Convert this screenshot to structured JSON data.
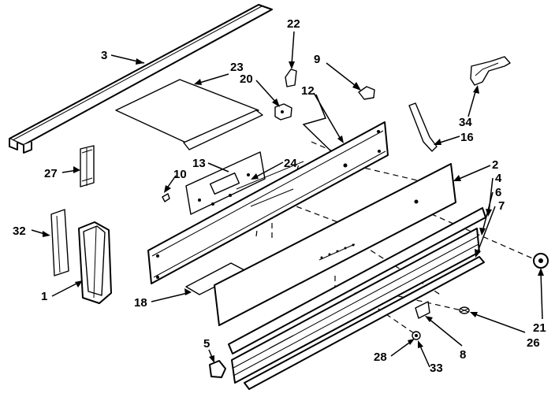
{
  "diagram": {
    "callouts": [
      {
        "id": "c3",
        "label": "3"
      },
      {
        "id": "c22",
        "label": "22"
      },
      {
        "id": "c9",
        "label": "9"
      },
      {
        "id": "c23",
        "label": "23"
      },
      {
        "id": "c20",
        "label": "20"
      },
      {
        "id": "c12",
        "label": "12"
      },
      {
        "id": "c34",
        "label": "34"
      },
      {
        "id": "c16",
        "label": "16"
      },
      {
        "id": "c27",
        "label": "27"
      },
      {
        "id": "c13",
        "label": "13"
      },
      {
        "id": "c24",
        "label": "24"
      },
      {
        "id": "c10",
        "label": "10"
      },
      {
        "id": "c2",
        "label": "2"
      },
      {
        "id": "c4",
        "label": "4"
      },
      {
        "id": "c6",
        "label": "6"
      },
      {
        "id": "c7",
        "label": "7"
      },
      {
        "id": "c32",
        "label": "32"
      },
      {
        "id": "c1",
        "label": "1"
      },
      {
        "id": "c18",
        "label": "18"
      },
      {
        "id": "c21",
        "label": "21"
      },
      {
        "id": "c26",
        "label": "26"
      },
      {
        "id": "c8",
        "label": "8"
      },
      {
        "id": "c5",
        "label": "5"
      },
      {
        "id": "c28",
        "label": "28"
      },
      {
        "id": "c33",
        "label": "33"
      }
    ]
  }
}
